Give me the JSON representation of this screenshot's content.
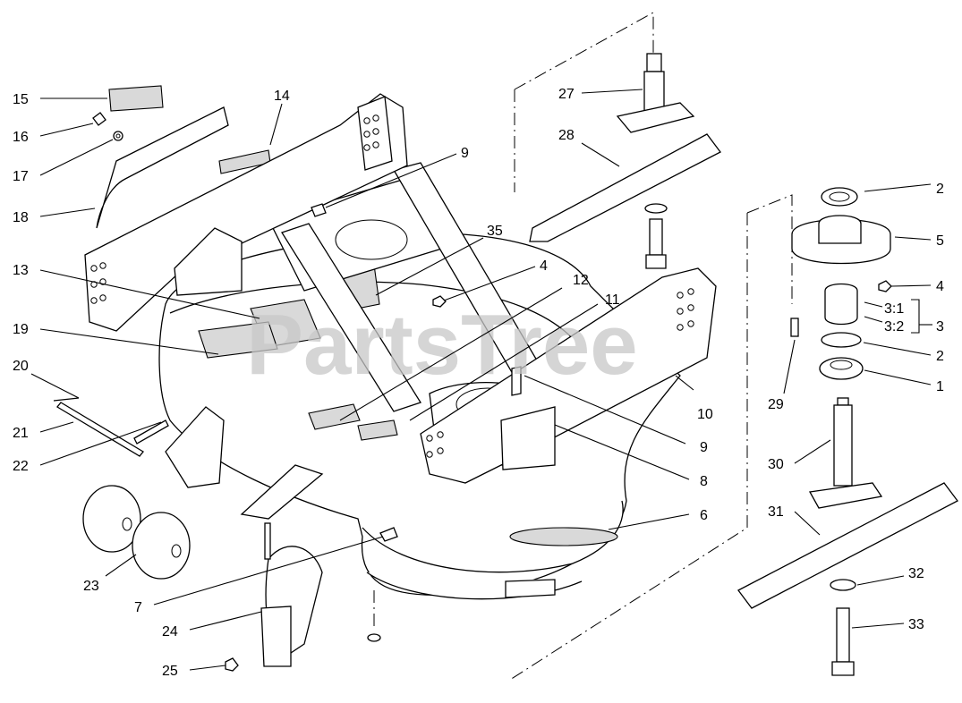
{
  "watermark": "PartsTree",
  "callouts": [
    {
      "id": "15",
      "text": "15"
    },
    {
      "id": "16",
      "text": "16"
    },
    {
      "id": "17",
      "text": "17"
    },
    {
      "id": "18",
      "text": "18"
    },
    {
      "id": "14",
      "text": "14"
    },
    {
      "id": "9a",
      "text": "9"
    },
    {
      "id": "27",
      "text": "27"
    },
    {
      "id": "28",
      "text": "28"
    },
    {
      "id": "35",
      "text": "35"
    },
    {
      "id": "4a",
      "text": "4"
    },
    {
      "id": "13",
      "text": "13"
    },
    {
      "id": "12",
      "text": "12"
    },
    {
      "id": "11",
      "text": "11"
    },
    {
      "id": "19",
      "text": "19"
    },
    {
      "id": "20",
      "text": "20"
    },
    {
      "id": "21",
      "text": "21"
    },
    {
      "id": "22",
      "text": "22"
    },
    {
      "id": "10",
      "text": "10"
    },
    {
      "id": "9b",
      "text": "9"
    },
    {
      "id": "8",
      "text": "8"
    },
    {
      "id": "6",
      "text": "6"
    },
    {
      "id": "23",
      "text": "23"
    },
    {
      "id": "7",
      "text": "7"
    },
    {
      "id": "24",
      "text": "24"
    },
    {
      "id": "25",
      "text": "25"
    },
    {
      "id": "2a",
      "text": "2"
    },
    {
      "id": "5",
      "text": "5"
    },
    {
      "id": "4b",
      "text": "4"
    },
    {
      "id": "3-1",
      "text": "3:1"
    },
    {
      "id": "3-2",
      "text": "3:2"
    },
    {
      "id": "3",
      "text": "3"
    },
    {
      "id": "2b",
      "text": "2"
    },
    {
      "id": "1",
      "text": "1"
    },
    {
      "id": "29",
      "text": "29"
    },
    {
      "id": "30",
      "text": "30"
    },
    {
      "id": "31",
      "text": "31"
    },
    {
      "id": "32",
      "text": "32"
    },
    {
      "id": "33",
      "text": "33"
    }
  ]
}
